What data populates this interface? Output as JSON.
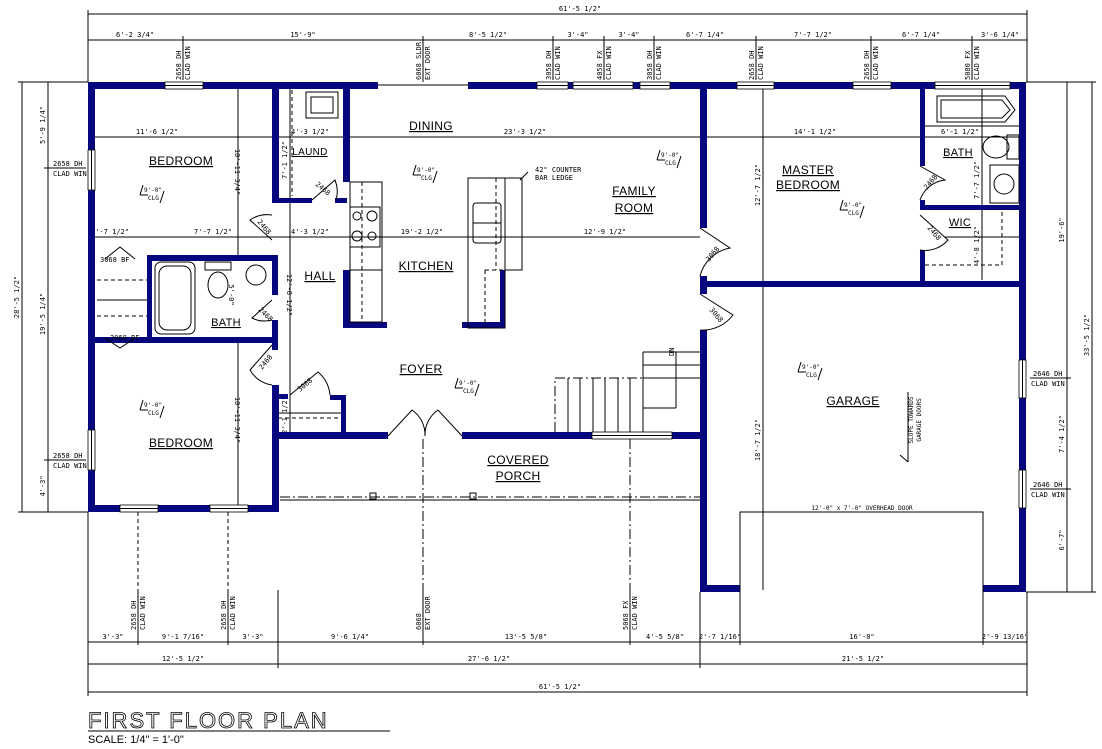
{
  "title": "FIRST FLOOR PLAN",
  "scale": "SCALE: 1/4\" = 1'-0\"",
  "colors": {
    "wall": "#06067e",
    "line": "#000000",
    "background": "#ffffff"
  },
  "rooms": {
    "bedroom1": "BEDROOM",
    "bedroom2": "BEDROOM",
    "laundry": "LAUND",
    "hall": "HALL",
    "bath1": "BATH",
    "dining": "DINING",
    "kitchen": "KITCHEN",
    "family1": "FAMILY",
    "family2": "ROOM",
    "foyer": "FOYER",
    "porch1": "COVERED",
    "porch2": "PORCH",
    "master1": "MASTER",
    "master2": "BEDROOM",
    "bath2": "BATH",
    "wic": "WIC",
    "garage": "GARAGE"
  },
  "ceiling": {
    "height": "9'-0\"",
    "label": "CLG"
  },
  "notes": {
    "counter1": "42\" COUNTER",
    "counter2": "BAR LEDGE",
    "overhead": "12'-0\" x 7'-0\" OVERHEAD DOOR",
    "slope1": "SLOPE TOWARDS",
    "slope2": "GARAGE DOORS",
    "down": "DN"
  },
  "top_dims": {
    "overall": "61'-5 1/2\"",
    "segments": [
      "6'-2 3/4\"",
      "15'-9\"",
      "8'-5 1/2\"",
      "3'-4\"",
      "3'-4\"",
      "6'-7 1/4\"",
      "7'-7 1/2\"",
      "6'-7 1/4\"",
      "3'-6 1/4\""
    ],
    "openings": [
      [
        "2658 DH",
        "CLAD WIN"
      ],
      [
        "6068 SLDR",
        "EXT DOOR"
      ],
      [
        "3058 DH",
        "CLAD WIN"
      ],
      [
        "4058 FX",
        "CLAD WIN"
      ],
      [
        "3058 DH",
        "CLAD WIN"
      ],
      [
        "2658 DH",
        "CLAD WIN"
      ],
      [
        "2658 DH",
        "CLAD WIN"
      ],
      [
        "5080 FX",
        "CLAD WIN"
      ]
    ]
  },
  "bottom_dims": {
    "segments": [
      "3'-3\"",
      "9'-1 7/16\"",
      "3'-3\"",
      "9'-6 1/4\"",
      "13'-5 5/8\"",
      "4'-5 5/8\"",
      "2'-7 1/16\"",
      "16'-0\"",
      "2'-9 13/16\""
    ],
    "groups": [
      "12'-5 1/2\"",
      "27'-6 1/2\"",
      "21'-5 1/2\""
    ],
    "overall": "61'-5 1/2\"",
    "openings": [
      [
        "2658 DH",
        "CLAD WIN"
      ],
      [
        "2658 DH",
        "CLAD WIN"
      ],
      [
        "6068",
        "EXT DOOR"
      ],
      [
        "5068 FX",
        "CLAD WIN"
      ]
    ]
  },
  "left_dims": {
    "overall": "28'-5 1/2\"",
    "segments": [
      "5'-9 1/4\"",
      "19'-5 1/4\"",
      "4'-3\""
    ],
    "openings": [
      [
        "2658 DH",
        "CLAD WIN"
      ],
      [
        "2658 DH",
        "CLAD WIN"
      ]
    ]
  },
  "right_dims": {
    "overall": "33'-5 1/2\"",
    "segments": [
      "19'-6\"",
      "7'-4 1/2\"",
      "6'-7\""
    ],
    "openings": [
      [
        "2646 DH",
        "CLAD WIN"
      ],
      [
        "2646 DH",
        "CLAD WIN"
      ]
    ]
  },
  "interior_dims": {
    "bed1_width": "11'-6 1/2\"",
    "bed1_depth": "10'-11 3/4\"",
    "closet_a": "3'-7 1/2\"",
    "closet_b": "7'-7 1/2\"",
    "laund_w": "4'-3 1/2\"",
    "laund_d": "7'-1 1/2\"",
    "hall_w": "4'-3 1/2\"",
    "hall_d": "12'-8 1/2\"",
    "bath1_d": "5'-0\"",
    "dining_w": "23'-3 1/2\"",
    "kitchen_w": "19'-2 1/2\"",
    "family_w": "12'-9 1/2\"",
    "master_w": "14'-1 1/2\"",
    "master_d": "12'-7 1/2\"",
    "bath2_w": "6'-1 1/2\"",
    "bath2_d": "7'-7 1/2\"",
    "wic_d": "4'-8 1/2\"",
    "bed2_depth": "10'-11 3/4\"",
    "linen_d": "2'-1 1/2\"",
    "garage_d": "18'-7 1/2\""
  },
  "doors": {
    "closet_bf1": "3068 BF",
    "closet_bf2": "3068 BF",
    "laund": "2468",
    "bed1": "2468",
    "bath1": "2468",
    "bed2": "2468",
    "linen": "3068",
    "family": "3068",
    "garage": "3068",
    "mbath": "2468",
    "wic": "2468"
  }
}
